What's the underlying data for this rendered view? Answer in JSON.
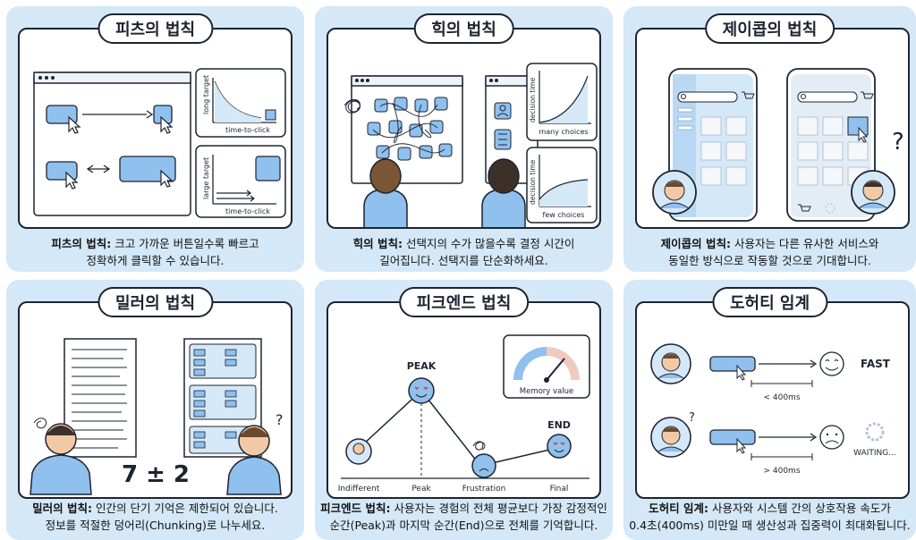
{
  "cards": [
    {
      "title": "피츠의 법칙",
      "term": "피츠의 법칙:",
      "desc_1": "크고 가까운 버튼일수록 빠르고",
      "desc_2": "정확하게 클릭할 수 있습니다.",
      "chart1_ylabel": "long target",
      "chart1_xlabel": "time-to-click",
      "chart2_ylabel": "large target",
      "chart2_xlabel": "time-to-click"
    },
    {
      "title": "힉의 법칙",
      "term": "힉의 법칙:",
      "desc_1": "선택지의 수가 많을수록 결정 시간이",
      "desc_2": "길어집니다. 선택지를 단순화하세요.",
      "chart1_ylabel": "decision time",
      "chart1_caption": "many choices",
      "chart2_ylabel": "decision time",
      "chart2_caption": "few choices"
    },
    {
      "title": "제이콥의 법칙",
      "term": "제이콥의 법칙:",
      "desc_1": "사용자는 다른 유사한 서비스와",
      "desc_2": "동일한 방식으로 작동할 것으로 기대합니다.",
      "question_mark": "?"
    },
    {
      "title": "밀러의 법칙",
      "term": "밀러의 법칙:",
      "desc_1": "인간의 단기 기억은 제한되어 있습니다.",
      "desc_2": "정보를 적절한 덩어리(Chunking)로 나누세요.",
      "formula": "7 ± 2",
      "question_mark": "?"
    },
    {
      "title": "피크엔드 법칙",
      "term": "피크엔드 법칙:",
      "desc_1": "사용자는 경험의 전체 평균보다 가장 감정적인",
      "desc_2": "순간(Peak)과 마지막 순간(End)으로 전체를 기억합니다.",
      "peak_label": "PEAK",
      "end_label": "END",
      "gauge_label": "Memory value",
      "axis_labels": [
        "Indifferent",
        "Peak",
        "Frustration",
        "Final"
      ]
    },
    {
      "title": "도허티 임계",
      "term": "도허티 임계:",
      "desc_1": "사용자와 시스템 간의 상호작용 속도가",
      "desc_2": "0.4초(400ms) 미만일 때 생산성과 집중력이 최대화됩니다.",
      "fast_label": "FAST",
      "fast_time": "< 400ms",
      "slow_label": "WAITING...",
      "slow_time": "> 400ms",
      "question_mark": "?"
    }
  ]
}
